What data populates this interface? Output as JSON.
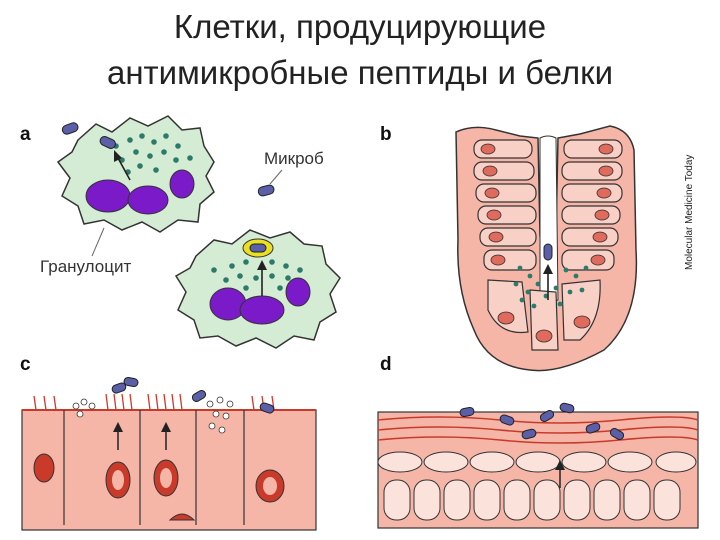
{
  "title": {
    "line1": "Клетки, продуцирующие",
    "line2": "антимикробные пептиды и белки"
  },
  "panels": {
    "a": {
      "label": "a",
      "microbe_label": "Микроб",
      "cell_label": "Гранулоцит"
    },
    "b": {
      "label": "b",
      "credit": "Molecular Medicine Today"
    },
    "c": {
      "label": "c"
    },
    "d": {
      "label": "d"
    }
  },
  "colors": {
    "cytoplasm": "#d4ecd4",
    "nucleus": "#7a1ac9",
    "granule": "#2c7a6a",
    "microbe": "#5a5fa8",
    "tissue": "#f5b6a8",
    "tissue_dark": "#c93a2a",
    "phagosome": "#e8e020"
  }
}
